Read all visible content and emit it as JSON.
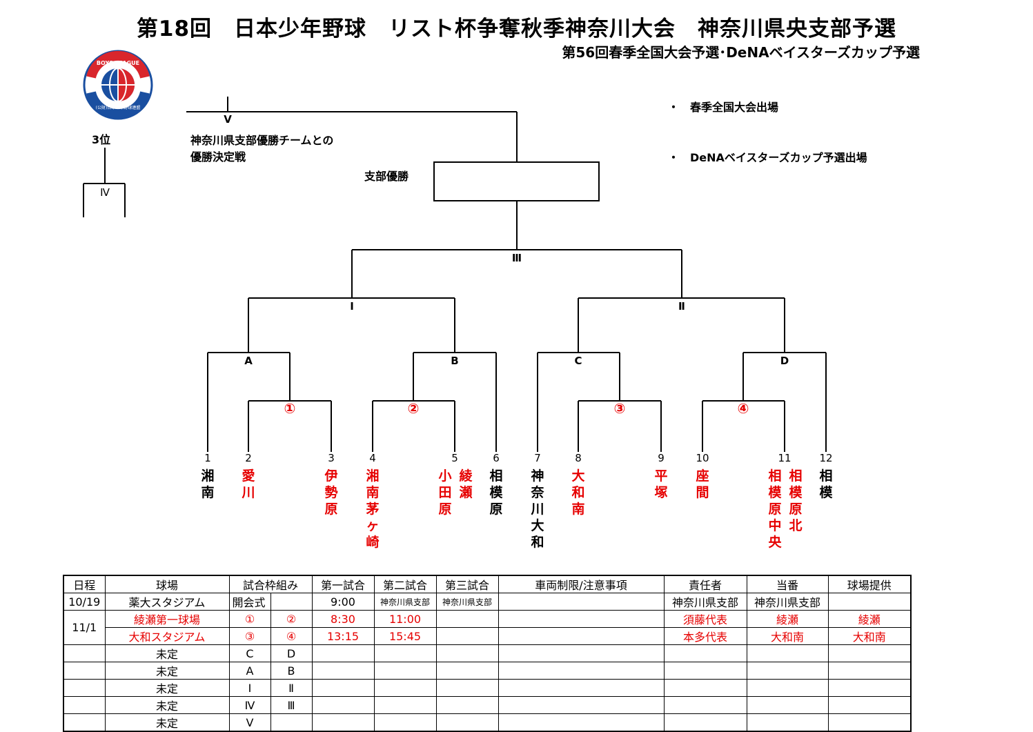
{
  "header": {
    "title": "第18回　日本少年野球　リスト杯争奪秋季神奈川大会　神奈川県央支部予選",
    "subtitle": "第56回春季全国大会予選･DeNAベイスターズカップ予選"
  },
  "logo": {
    "top_text": "BOYS LEAGUE",
    "bottom_text": "(公財)日本少年野球連盟"
  },
  "notes": {
    "spring": "・　春季全国大会出場",
    "dena": "・　DeNAベイスターズカップ予選出場"
  },
  "labels": {
    "third_place": "3位",
    "final_note_1": "神奈川県支部優勝チームとの",
    "final_note_2": "優勝決定戦",
    "champion": "支部優勝"
  },
  "rounds": {
    "V": "Ⅴ",
    "IV": "Ⅳ",
    "III": "Ⅲ",
    "I": "Ⅰ",
    "II": "Ⅱ",
    "A": "A",
    "B": "B",
    "C": "C",
    "D": "D",
    "m1": "①",
    "m2": "②",
    "m3": "③",
    "m4": "④"
  },
  "teams": [
    {
      "num": "1",
      "name": "湘南",
      "color": "black"
    },
    {
      "num": "2",
      "name": "愛川",
      "color": "red"
    },
    {
      "num": "3",
      "name": "伊勢原",
      "color": "red"
    },
    {
      "num": "4",
      "name": "湘南茅ヶ崎",
      "color": "red"
    },
    {
      "num": "5",
      "name": "綾瀬",
      "name2": "小田原",
      "color": "red"
    },
    {
      "num": "6",
      "name": "相模原",
      "color": "black"
    },
    {
      "num": "7",
      "name": "神奈川大和",
      "color": "black"
    },
    {
      "num": "8",
      "name": "大和南",
      "color": "red"
    },
    {
      "num": "9",
      "name": "平塚",
      "color": "red"
    },
    {
      "num": "10",
      "name": "座間",
      "color": "red"
    },
    {
      "num": "11",
      "name": "相模原北",
      "name2": "相模原中央",
      "color": "red"
    },
    {
      "num": "12",
      "name": "相模",
      "color": "black"
    }
  ],
  "schedule": {
    "headers": [
      "日程",
      "球場",
      "試合枠組み",
      "第一試合",
      "第二試合",
      "第三試合",
      "車両制限/注意事項",
      "責任者",
      "当番",
      "球場提供"
    ],
    "rows": [
      {
        "date": "10/19",
        "venue": "薬大スタジアム",
        "m1": "開会式",
        "m2": "",
        "t1": "9:00",
        "t2": "神奈川県支部",
        "t3": "神奈川県支部",
        "note": "",
        "resp": "神奈川県支部",
        "duty": "神奈川県支部",
        "prov": "",
        "red": false
      },
      {
        "date": "11/1",
        "venue": "綾瀬第一球場",
        "m1": "①",
        "m2": "②",
        "t1": "8:30",
        "t2": "11:00",
        "t3": "",
        "note": "",
        "resp": "須藤代表",
        "duty": "綾瀬",
        "prov": "綾瀬",
        "red": true
      },
      {
        "date": "",
        "venue": "大和スタジアム",
        "m1": "③",
        "m2": "④",
        "t1": "13:15",
        "t2": "15:45",
        "t3": "",
        "note": "",
        "resp": "本多代表",
        "duty": "大和南",
        "prov": "大和南",
        "red": true
      },
      {
        "date": "",
        "venue": "未定",
        "m1": "C",
        "m2": "D",
        "t1": "",
        "t2": "",
        "t3": "",
        "note": "",
        "resp": "",
        "duty": "",
        "prov": "",
        "red": false
      },
      {
        "date": "",
        "venue": "未定",
        "m1": "A",
        "m2": "B",
        "t1": "",
        "t2": "",
        "t3": "",
        "note": "",
        "resp": "",
        "duty": "",
        "prov": "",
        "red": false
      },
      {
        "date": "",
        "venue": "未定",
        "m1": "Ⅰ",
        "m2": "Ⅱ",
        "t1": "",
        "t2": "",
        "t3": "",
        "note": "",
        "resp": "",
        "duty": "",
        "prov": "",
        "red": false
      },
      {
        "date": "",
        "venue": "未定",
        "m1": "Ⅳ",
        "m2": "Ⅲ",
        "t1": "",
        "t2": "",
        "t3": "",
        "note": "",
        "resp": "",
        "duty": "",
        "prov": "",
        "red": false
      },
      {
        "date": "",
        "venue": "未定",
        "m1": "Ⅴ",
        "m2": "",
        "t1": "",
        "t2": "",
        "t3": "",
        "note": "",
        "resp": "",
        "duty": "",
        "prov": "",
        "red": false
      }
    ]
  },
  "colors": {
    "accent_red": "#e60000",
    "logo_blue": "#1a4fa0",
    "logo_red": "#d9262c"
  }
}
